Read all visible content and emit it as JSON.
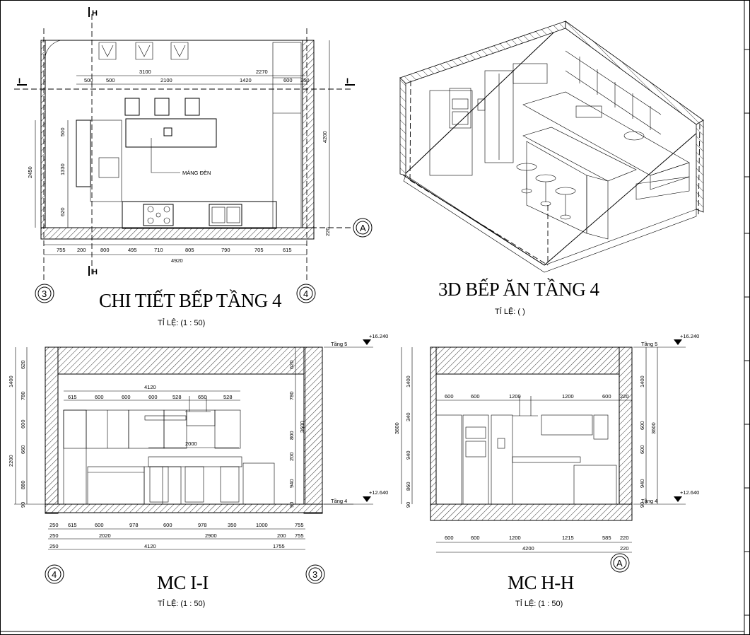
{
  "sheet": {
    "views": {
      "plan": {
        "title": "CHI TIẾT BẾP TẦNG 4",
        "scale": "TỈ LỆ: (1 : 50)",
        "section_top": "H",
        "section_bottom": "H",
        "section_left": "I",
        "section_right": "I",
        "axis_left": "3",
        "axis_right": "4",
        "axis_row": "A",
        "note_label": "MÁNG ĐÈN",
        "dims_top_row1": [
          "3100",
          "2270"
        ],
        "dims_top_row2": [
          "500",
          "500",
          "2100",
          "1420",
          "600",
          "250"
        ],
        "dims_left_outer": "2450",
        "dims_left_inner": [
          "500",
          "1330",
          "620"
        ],
        "dim_right": "4200",
        "dim_right_small": "220",
        "dims_bottom_row1": [
          "755",
          "200",
          "800",
          "495",
          "710",
          "805",
          "790",
          "705",
          "615"
        ],
        "dim_bottom_total": "4920"
      },
      "view3d": {
        "title": "3D BẾP ĂN TẦNG 4",
        "scale": "TỈ LỆ: ( )"
      },
      "section_ii": {
        "title": "MC I-I",
        "scale": "TỈ LỆ: (1 : 50)",
        "axis_left": "4",
        "axis_right": "3",
        "level_top": "Tầng 5",
        "level_top_value": "+16.240",
        "level_bottom": "Tầng 4",
        "level_bottom_value": "+12.640",
        "dim_top_total": "4120",
        "dims_top": [
          "615",
          "600",
          "600",
          "600",
          "528",
          "650",
          "528"
        ],
        "dim_hood": "2000",
        "dims_left_outer": [
          "1400",
          "2200"
        ],
        "dims_left_inner": [
          "620",
          "780",
          "600",
          "660",
          "880",
          "90"
        ],
        "dims_right_inner": [
          "620",
          "780",
          "800",
          "200",
          "940",
          "90"
        ],
        "dim_right_outer": "3600",
        "dims_bottom_row1": [
          "250",
          "615",
          "600",
          "978",
          "600",
          "978",
          "350",
          "1000",
          "755"
        ],
        "dims_bottom_row2": [
          "250",
          "2020",
          "2900",
          "200",
          "755"
        ],
        "dims_bottom_row3": [
          "250",
          "4120",
          "1755"
        ]
      },
      "section_hh": {
        "title": "MC H-H",
        "scale": "TỈ LỆ: (1 : 50)",
        "axis_right": "A",
        "level_top": "Tầng 5",
        "level_top_value": "+16.240",
        "level_bottom": "Tầng 4",
        "level_bottom_value": "+12.640",
        "dims_top": [
          "600",
          "600",
          "1200",
          "1200",
          "600",
          "220"
        ],
        "dims_left_outer": [
          "1400",
          "3600"
        ],
        "dims_left_inner": [
          "340",
          "940",
          "860",
          "90"
        ],
        "dims_right_inner": [
          "1400",
          "600",
          "600",
          "940",
          "90"
        ],
        "dim_right_outer": "3600",
        "dims_bottom_row1": [
          "600",
          "600",
          "1200",
          "1215",
          "585",
          "220"
        ],
        "dim_bottom_total": "4200",
        "dim_bottom_small": "220"
      }
    }
  }
}
